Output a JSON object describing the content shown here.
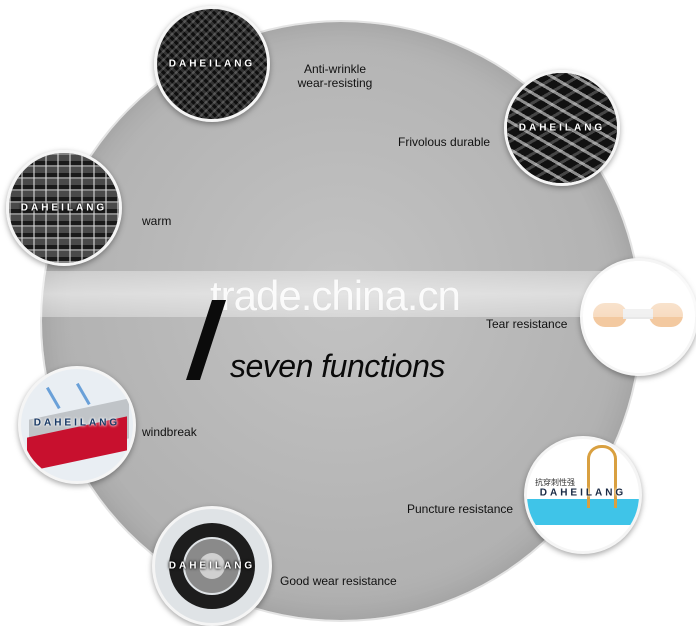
{
  "watermark": "trade.china.cn",
  "headline": "seven functions",
  "features": [
    {
      "brand": "DAHEILANG",
      "label": "Anti-wrinkle\nwear-resisting",
      "icon": "fabric-houndstooth-icon"
    },
    {
      "brand": "DAHEILANG",
      "label": "Frivolous durable",
      "icon": "fabric-weave-icon"
    },
    {
      "brand": "DAHEILANG",
      "label": "warm",
      "icon": "fabric-plaid-icon"
    },
    {
      "brand": "",
      "label": "Tear resistance",
      "icon": "hands-tearing-icon"
    },
    {
      "brand": "DAHEILANG",
      "label": "windbreak",
      "icon": "windbreak-layers-icon"
    },
    {
      "brand": "DAHEILANG",
      "label": "Puncture resistance",
      "icon": "puncture-needle-icon",
      "chinese_caption": "抗穿刺性强"
    },
    {
      "brand": "DAHEILANG",
      "label": "Good wear resistance",
      "icon": "tire-cross-section-icon"
    }
  ],
  "colors": {
    "background": "#ffffff",
    "big_circle": "#b8b8b8",
    "text": "#111111"
  }
}
